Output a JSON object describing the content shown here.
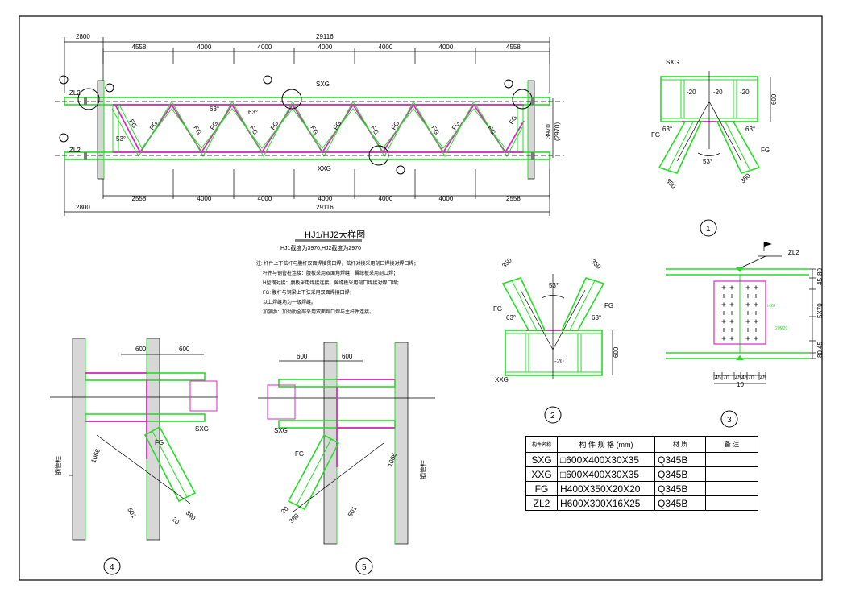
{
  "title": "HJ1/HJ2大样图",
  "subtitle": "HJ1截度为3970,HJ2截度为2970",
  "notes": [
    "注: 杆件上下弦杆与腹杆双面焊接贯口焊，弦杆对接采用剖口焊接对焊口焊；",
    "杆件与钢管柱连接：腹板采用双面角焊缝，翼缘板采用剖口焊；",
    "H型钢对接：腹板采用焊接连接，翼缘板采用剖口焊接对焊口焊；",
    "FG: 腹杆与钢梁上下弦采用双面焊接口焊；",
    "以上焊缝均为一级焊缝。",
    "加强肋：加劲肋全部采用双面焊口焊与主杆件连接。"
  ],
  "top_dims": {
    "overall": "2800",
    "total": "29116",
    "top_segments": [
      "4558",
      "4000",
      "4000",
      "4000",
      "4000",
      "4000",
      "4558"
    ],
    "bottom_segments": [
      "2558",
      "4000",
      "4000",
      "4000",
      "4000",
      "4000",
      "2558"
    ],
    "height": "3970",
    "height2": "(2970)"
  },
  "truss_labels": {
    "zl_top": "ZL2",
    "zl_bottom": "ZL2",
    "sxg": "SXG",
    "xxg": "XXG",
    "fg": "FG",
    "angle_63": "63°",
    "angle_53": "53°"
  },
  "markers": [
    "1",
    "2",
    "3",
    "4",
    "5"
  ],
  "detail1": {
    "sxg": "SXG",
    "fg": "FG",
    "dim_600": "600",
    "dim_20": "-20",
    "dim_350": "350",
    "angle53": "53°",
    "angle63": "63°"
  },
  "detail2": {
    "xxg": "XXG",
    "fg": "FG",
    "dim_600": "600",
    "dim_20": "-20",
    "dim_350": "350",
    "angle53": "53°",
    "angle63": "63°"
  },
  "detail3": {
    "zl2": "ZL2",
    "dims_right": [
      "80",
      "45",
      "5X70",
      "45",
      "80"
    ],
    "dims_bottom": [
      "45",
      "70",
      "45",
      "45",
      "70",
      "45"
    ],
    "dim_10": "10",
    "plate": "t=20",
    "bolt": "20M20"
  },
  "detail4": {
    "d600a": "600",
    "d600b": "600",
    "sxg": "SXG",
    "fg": "FG",
    "col": "钢管柱",
    "d1": "1066",
    "d2": "501",
    "d3": "380",
    "d4": "20"
  },
  "detail5": {
    "d600a": "600",
    "d600b": "600",
    "sxg": "SXG",
    "fg": "FG",
    "col": "钢管柱",
    "d1": "1066",
    "d2": "501",
    "d3": "380",
    "d4": "20"
  },
  "table": {
    "headers": [
      "构件名称",
      "构 件 规 格 (mm)",
      "材 质",
      "备 注"
    ],
    "rows": [
      [
        "SXG",
        "□600X400X30X35",
        "Q345B",
        ""
      ],
      [
        "XXG",
        "□600X400X30X35",
        "Q345B",
        ""
      ],
      [
        "FG",
        "H400X350X20X20",
        "Q345B",
        ""
      ],
      [
        "ZL2",
        "H600X300X16X25",
        "Q345B",
        ""
      ]
    ]
  },
  "colors": {
    "steel": "#22e022",
    "web": "#e026c8",
    "line": "#000000"
  }
}
